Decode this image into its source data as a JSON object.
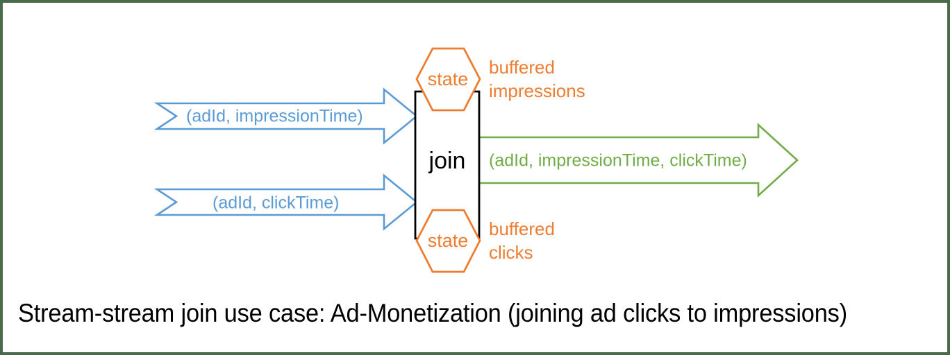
{
  "diagram": {
    "title_caption": "Stream-stream join use case: Ad-Monetization (joining ad clicks to impressions)",
    "processor": {
      "label": "join",
      "shape": "rectangle",
      "color": "#000000"
    },
    "input_streams": [
      {
        "label": "(adId, impressionTime)",
        "color": "#5b9bd5",
        "direction": "left-to-right",
        "position": "top"
      },
      {
        "label": "(adId, clickTime)",
        "color": "#5b9bd5",
        "direction": "left-to-right",
        "position": "bottom"
      }
    ],
    "output_streams": [
      {
        "label": "(adId, impressionTime, clickTime)",
        "color": "#70ad47",
        "direction": "left-to-right",
        "position": "middle"
      }
    ],
    "state_stores": [
      {
        "shape_label": "state",
        "annotation_line1": "buffered",
        "annotation_line2": "impressions",
        "color": "#ed7d31",
        "position": "top"
      },
      {
        "shape_label": "state",
        "annotation_line1": "buffered",
        "annotation_line2": "clicks",
        "color": "#ed7d31",
        "position": "bottom"
      }
    ],
    "colors": {
      "stream_blue": "#5b9bd5",
      "output_green": "#70ad47",
      "state_orange": "#ed7d31",
      "processor_black": "#000000",
      "frame_border": "#4a6b4a",
      "background": "#ffffff"
    }
  }
}
